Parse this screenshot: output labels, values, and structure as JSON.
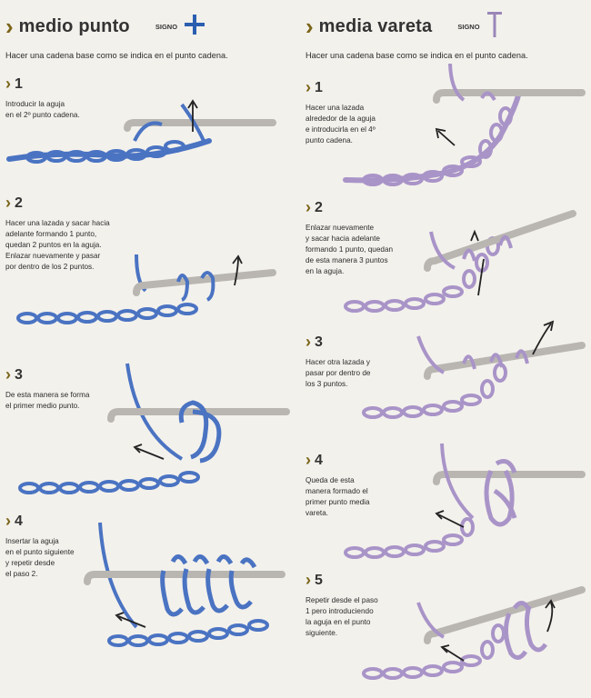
{
  "left": {
    "title": "medio punto",
    "signo": "SIGNO",
    "symbol": "plus",
    "intro": "Hacer una cadena base como se indica en el punto cadena.",
    "steps": [
      {
        "num": "1",
        "text": [
          "Introducir la aguja",
          "en el 2º punto cadena."
        ]
      },
      {
        "num": "2",
        "text": [
          "Hacer una lazada y sacar hacia",
          "adelante formando 1 punto,",
          "quedan 2 puntos en la aguja.",
          "Enlazar nuevamente y pasar",
          "por dentro de los 2 puntos."
        ]
      },
      {
        "num": "3",
        "text": [
          "De esta manera se forma",
          "el primer medio punto."
        ]
      },
      {
        "num": "4",
        "text": [
          "Insertar la aguja",
          "en el punto siguiente",
          "y repetir desde",
          "el paso 2."
        ]
      }
    ]
  },
  "right": {
    "title": "media vareta",
    "signo": "SIGNO",
    "symbol": "T",
    "intro": "Hacer una cadena base como se indica en el punto cadena.",
    "steps": [
      {
        "num": "1",
        "text": [
          "Hacer una lazada",
          "alrededor de la aguja",
          "e introducirla en el 4º",
          "punto cadena."
        ]
      },
      {
        "num": "2",
        "text": [
          "Enlazar nuevamente",
          "y sacar hacia adelante",
          "formando 1 punto, quedan",
          "de esta manera 3 puntos",
          "en la aguja."
        ]
      },
      {
        "num": "3",
        "text": [
          "Hacer otra lazada y",
          "pasar por dentro de",
          "los 3 puntos."
        ]
      },
      {
        "num": "4",
        "text": [
          "Queda de esta",
          "manera formado el",
          "primer punto media",
          "vareta."
        ]
      },
      {
        "num": "5",
        "text": [
          "Repetir desde el paso",
          "1 pero introduciendo",
          "la aguja en el punto",
          "siguiente."
        ]
      }
    ]
  },
  "colors": {
    "accent": "#7a6418",
    "plus_sign": "#2a5fb0",
    "t_sign": "#9a86b8",
    "blue_yarn": "#4a73c2",
    "purple_yarn": "#a994c8",
    "hook": "#c9c6c1"
  }
}
